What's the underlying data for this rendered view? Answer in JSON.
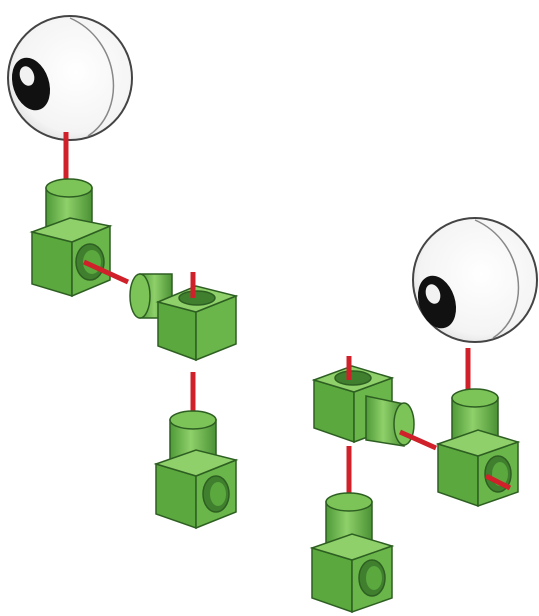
{
  "diagram": {
    "kind": "assembly-instructions",
    "parts": [
      "eyeball",
      "eyeball",
      "connector-block",
      "connector-block",
      "connector-block",
      "connector-block",
      "connector-block",
      "connector-block"
    ],
    "colors": {
      "block_fill": "#6ab64a",
      "block_light": "#8fd06a",
      "block_dark": "#3f7f2e",
      "block_outline": "#2e5f22",
      "eye_white": "#ffffff",
      "eye_shade": "#e9e9e9",
      "pupil": "#111111",
      "guide_line": "#d0202a"
    }
  }
}
